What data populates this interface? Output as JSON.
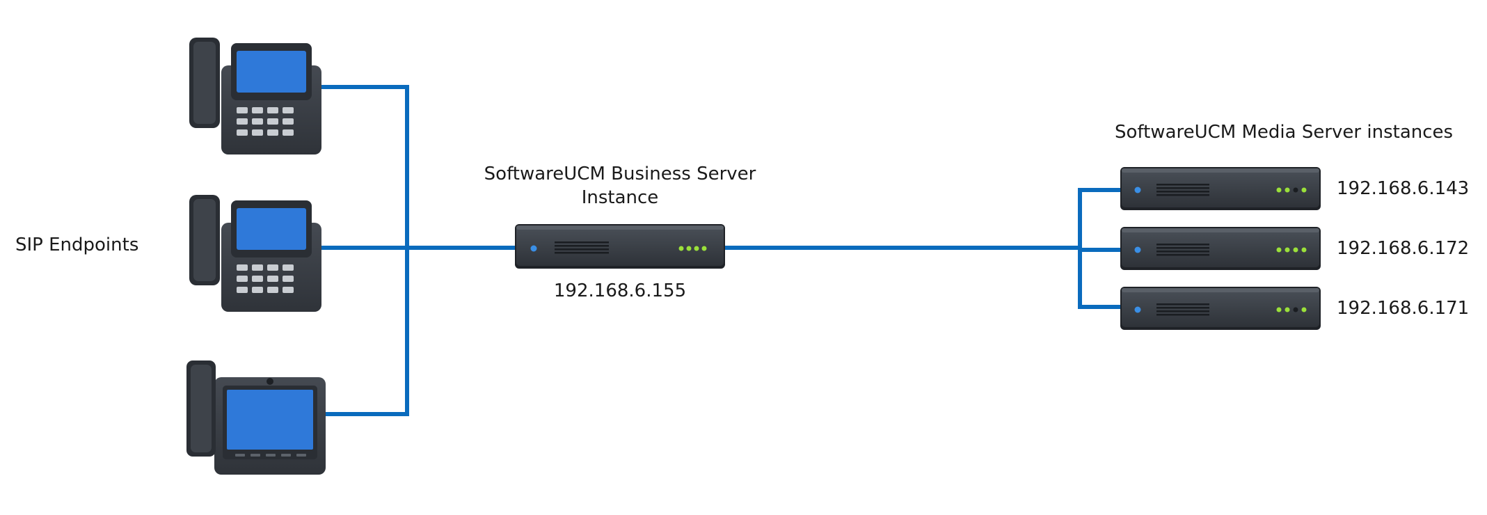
{
  "endpoints": {
    "label": "SIP Endpoints",
    "devices": [
      {
        "icon": "ip-phone-icon"
      },
      {
        "icon": "ip-phone-icon"
      },
      {
        "icon": "video-phone-icon"
      }
    ]
  },
  "business_server": {
    "title": "SoftwareUCM Business Server Instance",
    "ip": "192.168.6.155",
    "icon": "server-icon"
  },
  "media_servers": {
    "title": "SoftwareUCM Media Server instances",
    "instances": [
      {
        "ip": "192.168.6.143",
        "icon": "server-icon"
      },
      {
        "ip": "192.168.6.172",
        "icon": "server-icon"
      },
      {
        "ip": "192.168.6.171",
        "icon": "server-icon"
      }
    ]
  },
  "colors": {
    "link": "#0a6bbd",
    "device_body": "#3b4048",
    "device_dark": "#2a2e34",
    "screen": "#2f79d9",
    "led_green": "#9be03a",
    "led_blue": "#3a8fe6"
  }
}
